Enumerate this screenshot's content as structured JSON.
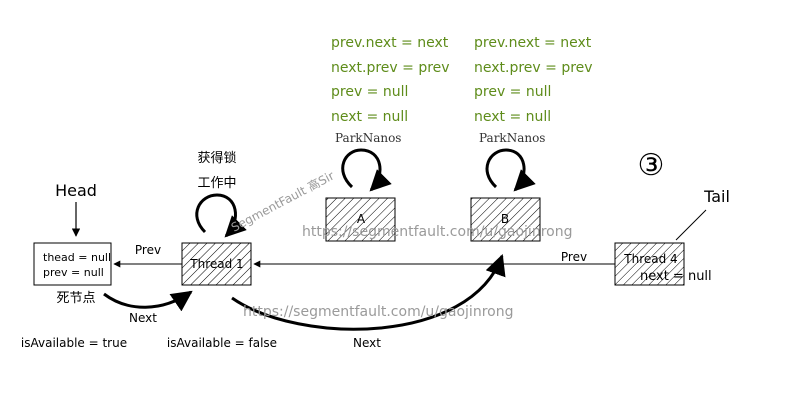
{
  "nodes": {
    "head_node": {
      "line1": "thead = null",
      "line2": "prev = null"
    },
    "thread1": {
      "label": "Thread 1"
    },
    "node_a": {
      "label": "A"
    },
    "node_b": {
      "label": "B"
    },
    "thread4": {
      "label": "Thread 4",
      "line2": "next = null"
    }
  },
  "labels": {
    "head": "Head",
    "tail": "Tail",
    "dead_node": "死节点",
    "acquire_lock": "获得锁",
    "working": "工作中",
    "park_a": "ParkNanos",
    "park_b": "ParkNanos",
    "step": "③",
    "head_available": "isAvailable = true",
    "thread1_available": "isAvailable = false"
  },
  "edges": {
    "prev_head": "Prev",
    "prev_tail": "Prev",
    "next_1": "Next",
    "next_2": "Next"
  },
  "ops_a": [
    "prev.next = next",
    "next.prev = prev",
    "prev = null",
    "next = null"
  ],
  "ops_b": [
    "prev.next = next",
    "next.prev = prev",
    "prev = null",
    "next = null"
  ],
  "watermarks": {
    "url_top": "https://segmentfault.com/u/gaojinrong",
    "url_mid": "https://segmentfault.com/u/gaojinrong",
    "brand": "SegmentFault 高Sir"
  },
  "colors": {
    "ops_text": "#5e8c1a",
    "watermark": "#9a9a9a",
    "stroke": "#000000"
  }
}
